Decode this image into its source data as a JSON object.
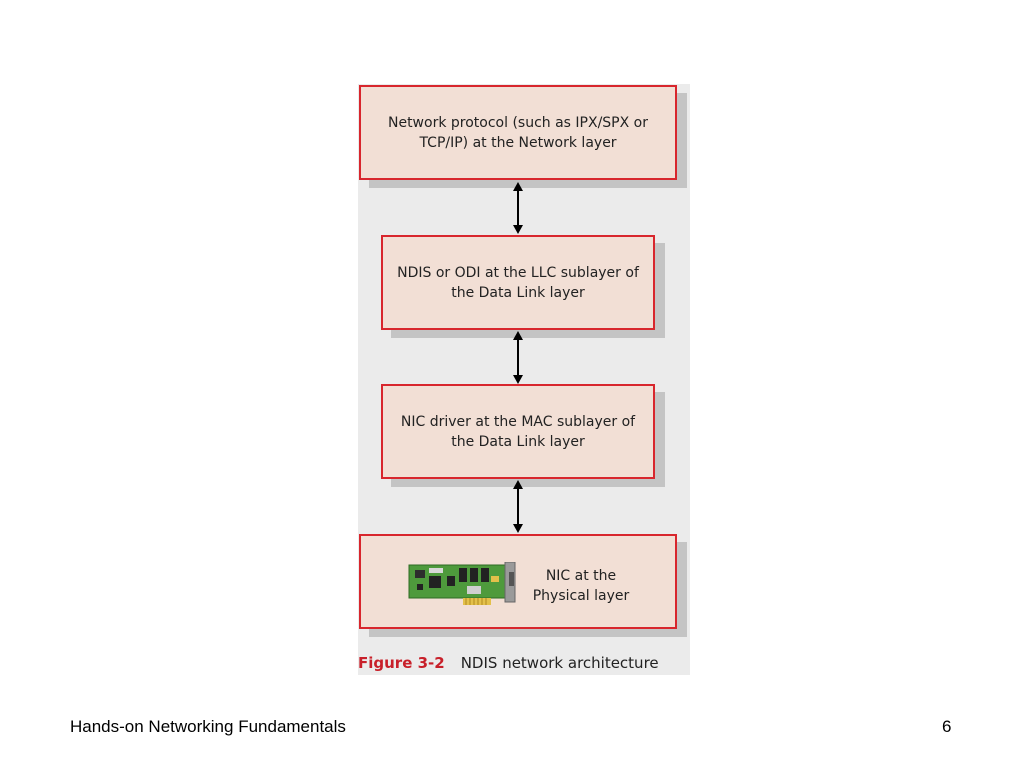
{
  "diagram": {
    "layers": [
      {
        "label": "Network protocol (such as IPX/SPX or TCP/IP) at the Network layer"
      },
      {
        "label": "NDIS or ODI at the LLC sublayer of the Data Link layer"
      },
      {
        "label": "NIC driver at the MAC sublayer of the Data Link layer"
      },
      {
        "label": "NIC at the Physical layer",
        "icon": "network-card-icon"
      }
    ],
    "connectors": [
      "bidirectional-arrow",
      "bidirectional-arrow",
      "bidirectional-arrow"
    ],
    "colors": {
      "box_fill": "#f2dfd5",
      "box_border": "#d8262d",
      "shadow": "#c4c4c4",
      "panel_background": "#ebebeb",
      "caption_accent": "#c8202a"
    }
  },
  "caption": {
    "label": "Figure 3-2",
    "text": "NDIS network architecture"
  },
  "footer": {
    "title": "Hands-on Networking Fundamentals",
    "page_number": "6"
  }
}
